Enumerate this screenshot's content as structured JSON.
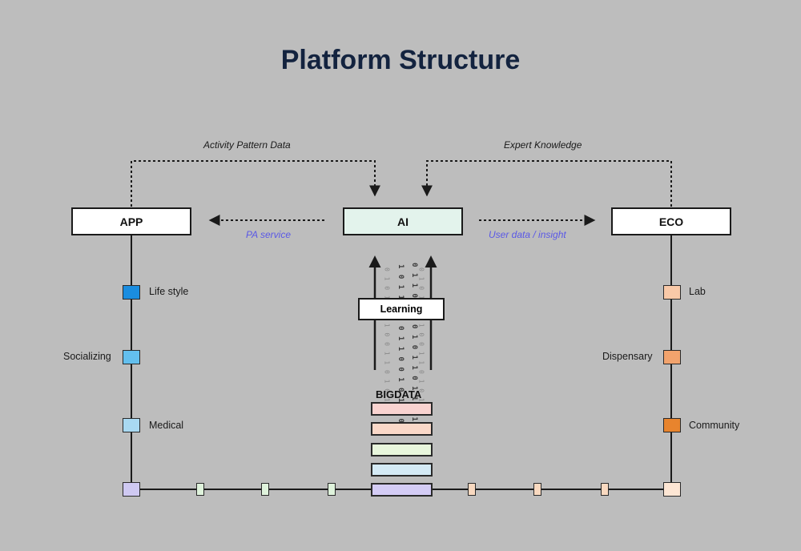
{
  "title": "Platform Structure",
  "nodes": {
    "app": "APP",
    "ai": "AI",
    "eco": "ECO"
  },
  "annotations": {
    "activity_pattern": "Activity Pattern Data",
    "expert_knowledge": "Expert Knowledge",
    "pa_service": "PA service",
    "user_data": "User data / insight"
  },
  "app_items": [
    {
      "label": "Life style",
      "color": "#1a8de0"
    },
    {
      "label": "Socializing",
      "color": "#63bfee"
    },
    {
      "label": "Medical",
      "color": "#a9d9f2"
    }
  ],
  "eco_items": [
    {
      "label": "Lab",
      "color": "#f9c9a8"
    },
    {
      "label": "Dispensary",
      "color": "#f2a36d"
    },
    {
      "label": "Community",
      "color": "#e8842d"
    }
  ],
  "learning": "Learning",
  "bigdata": {
    "label": "BIGDATA",
    "bar_colors": [
      "#f9d3d0",
      "#fad8c8",
      "#e8f6dc",
      "#d4eaf5",
      "#d4ccf5"
    ]
  },
  "binary_streams": {
    "left": "0 1 0 1 1 0 1 0 0 1 1 0 1 0 1 1",
    "mid": "1 0 1 1 0 1 0 1 1 0 0 1 0 1 1 0",
    "right": "0 1 1 0 1 0 0 1 0 1 1 0 1 1 0 1"
  },
  "colors": {
    "ai_fill": "#e3f3ec",
    "corner_left": "#cfc9f2",
    "corner_right": "#fde6d4",
    "small_green": "#dff3dc",
    "small_peach": "#f9d9c0",
    "annotation_blue": "#5a58e6"
  }
}
